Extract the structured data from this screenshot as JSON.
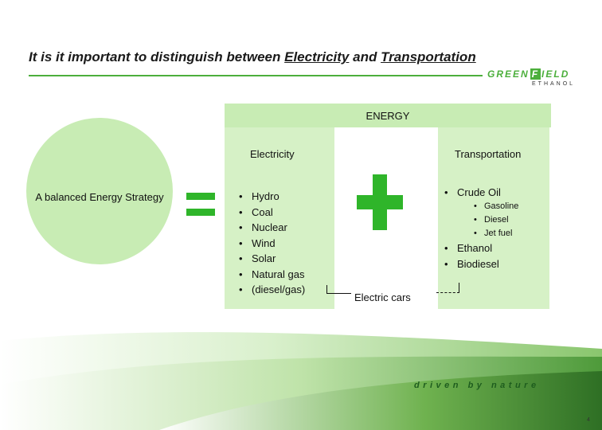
{
  "title": {
    "prefix": "It is it important to distinguish between ",
    "term1": "Electricity",
    "middle": " and ",
    "term2": "Transportation"
  },
  "logo": {
    "part1": "GREEN",
    "boxed_letter": "F",
    "part2": "IELD",
    "subtitle": "ETHANOL"
  },
  "energy_label": "ENERGY",
  "circle_label": "A balanced Energy Strategy",
  "electricity": {
    "heading": "Electricity",
    "items": [
      "Hydro",
      "Coal",
      "Nuclear",
      "Wind",
      "Solar",
      "Natural gas",
      "(diesel/gas)"
    ]
  },
  "transportation": {
    "heading": "Transportation",
    "item_main": "Crude Oil",
    "sub_items": [
      "Gasoline",
      "Diesel",
      "Jet fuel"
    ],
    "items_after": [
      "Ethanol",
      "Biodiesel"
    ]
  },
  "electric_cars": "Electric cars",
  "tagline": "driven by nature",
  "page_number": "4",
  "colors": {
    "accent_green": "#2fb52a",
    "light_green": "#c8ecb4",
    "rule_green": "#4caf3c"
  }
}
